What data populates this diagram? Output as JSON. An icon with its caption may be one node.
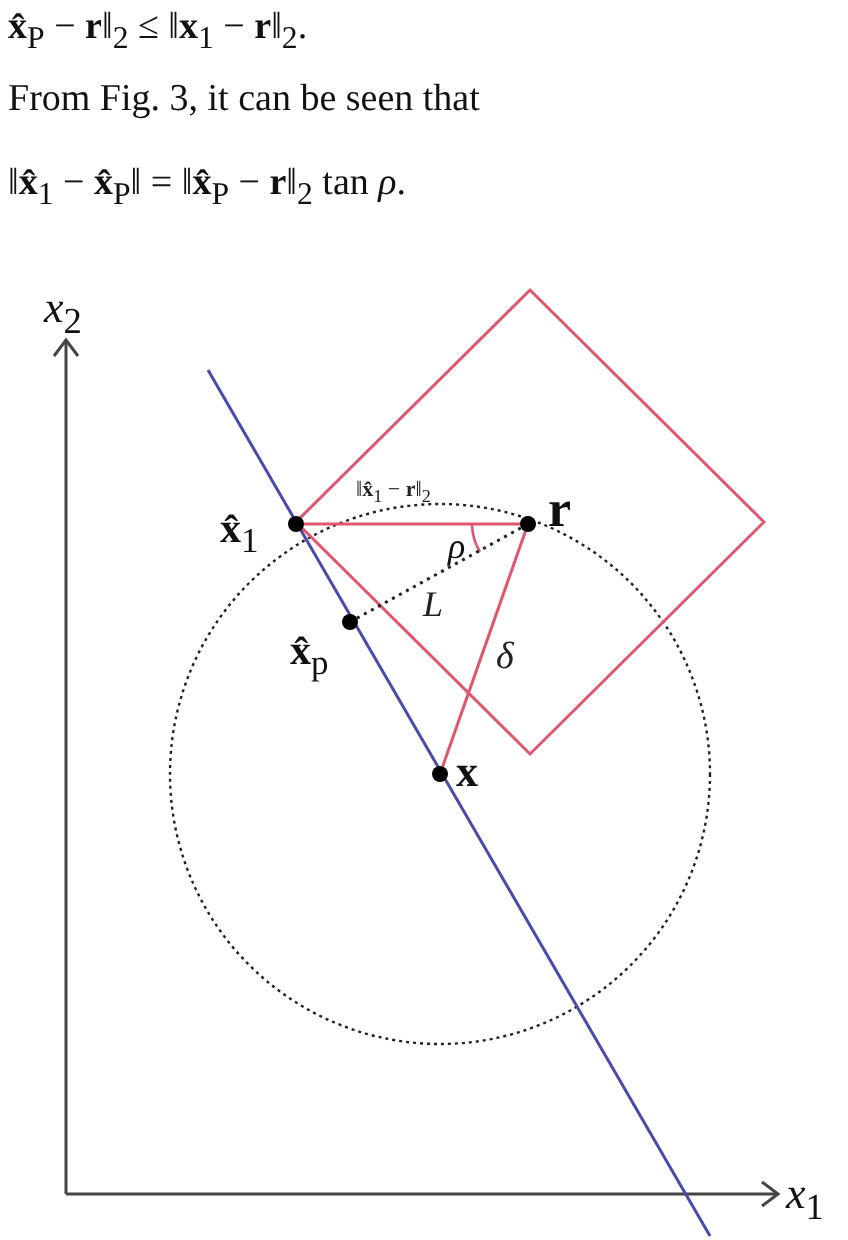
{
  "diagram": {
    "nodes": [
      {
        "text": [
          "**x̂**$_{1}$"
        ]
      },
      {
        "text": [
          "r"
        ]
      },
      {
        "text": [
          "**x̂**$_{p}$"
        ]
      },
      {
        "text": [
          "x"
        ]
      }
    ],
    "edges": [
      {
        "from": 0,
        "to": 1,
        "arrow": "none",
        "label": "‖**x̂**$_{1}$ − **r**‖$_{2}$"
      },
      {
        "from": 1,
        "to": 3,
        "arrow": "none",
        "label": "*δ*"
      },
      {
        "from": 2,
        "to": 1,
        "arrow": "none",
        "label": "*L*",
        "style": "dashed",
        "color": "#222222"
      }
    ],
    "labels": [
      "**x̂**$_{P}$ − **r**‖$_{2}$ ≤ ‖**x**$_{1}$ − **r**‖$_{2}$.",
      "From Fig. 3, it can be seen that",
      "‖**x̂**$_{1}$ − **x̂**$_{P}$‖ = ‖**x̂**$_{P}$ − **r**‖$_{2}$ tan *ρ*.",
      "*x*$_{2}$",
      "*ρ*",
      "*x*$_{1}$"
    ]
  }
}
